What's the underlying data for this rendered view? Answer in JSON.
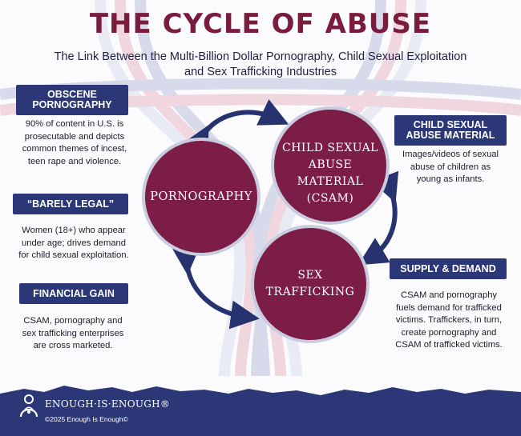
{
  "header": {
    "title": "THE CYCLE OF ABUSE",
    "subtitle_line1": "The Link Between the Multi-Billion Dollar Pornography, Child Sexual Exploitation",
    "subtitle_line2": "and Sex Trafficking Industries"
  },
  "left_panel": {
    "obscene": {
      "banner_line1": "OBSCENE",
      "banner_line2": "PORNOGRAPHY",
      "desc_lines": [
        "90% of content in U.S. is",
        "prosecutable and depicts",
        "common themes of incest,",
        "teen rape and violence."
      ]
    },
    "barely_legal": {
      "banner": "“BARELY LEGAL”",
      "desc_lines": [
        "Women (18+) who appear",
        "under age; drives demand",
        "for child sexual exploitation."
      ]
    },
    "financial": {
      "banner": "FINANCIAL GAIN",
      "desc_lines": [
        "CSAM, pornography and",
        "sex trafficking enterprises",
        "are cross marketed."
      ]
    }
  },
  "right_panel": {
    "csam": {
      "banner_line1": "CHILD SEXUAL",
      "banner_line2": "ABUSE MATERIAL",
      "desc_lines": [
        "Images/videos of sexual",
        "abuse of children as",
        "young as infants."
      ]
    },
    "supply": {
      "banner": "SUPPLY & DEMAND",
      "desc_lines": [
        "CSAM and pornography",
        "fuels demand for trafficked",
        "victims. Traffickers, in turn,",
        "create pornography and",
        "CSAM of trafficked victims."
      ]
    }
  },
  "cycle": {
    "pornography": "PORNOGRAPHY",
    "csam_line1": "CHILD SEXUAL",
    "csam_line2": "ABUSE MATERIAL",
    "csam_line3": "(CSAM)",
    "trafficking_line1": "SEX",
    "trafficking_line2": "TRAFFICKING"
  },
  "footer": {
    "logo_text": "ENOUGH·IS·ENOUGH®",
    "copyright": "©2025 Enough Is Enough©"
  },
  "colors": {
    "circle_fill": "#7c1d47",
    "circle_ring": "#c9ccdf",
    "banner": "#2b3777",
    "title": "#7a1d3c",
    "arrow": "#27336f",
    "footer": "#2b3777"
  }
}
